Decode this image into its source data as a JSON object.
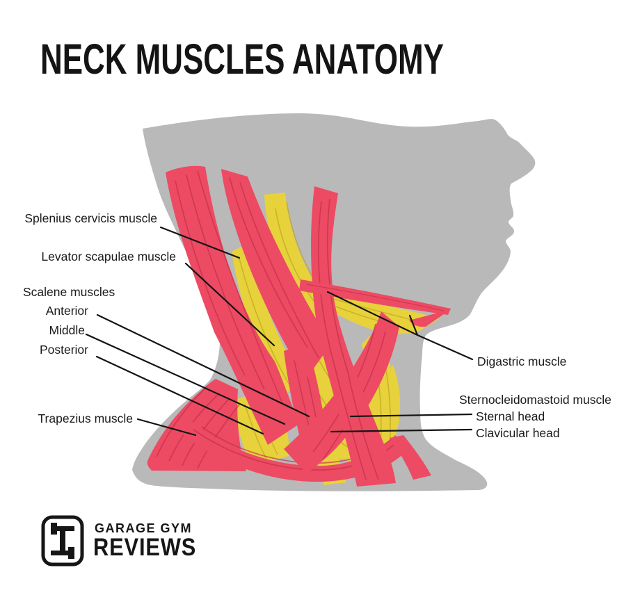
{
  "title": "NECK MUSCLES ANATOMY",
  "labels": {
    "left": [
      {
        "id": "splenius",
        "text": "Splenius cervicis muscle"
      },
      {
        "id": "levator",
        "text": "Levator scapulae muscle"
      },
      {
        "id": "scalene",
        "text": "Scalene muscles"
      },
      {
        "id": "anterior",
        "text": "Anterior"
      },
      {
        "id": "middle",
        "text": "Middle"
      },
      {
        "id": "posterior",
        "text": "Posterior"
      },
      {
        "id": "trapezius",
        "text": "Trapezius muscle"
      }
    ],
    "right": [
      {
        "id": "digastric",
        "text": "Digastric muscle"
      },
      {
        "id": "scm",
        "text": "Sternocleidomastoid muscle"
      },
      {
        "id": "sternal",
        "text": "Sternal head"
      },
      {
        "id": "clavicular",
        "text": "Clavicular head"
      }
    ]
  },
  "logo": {
    "icon": "dumbbell-icon",
    "line1": "GARAGE GYM",
    "line2": "REVIEWS"
  },
  "colors": {
    "background": "#ffffff",
    "silhouette_gray": "#b9b9b9",
    "muscle_red": "#ec4b63",
    "muscle_red_dark": "#c22c48",
    "muscle_yellow": "#e7d23c",
    "muscle_yellow_dark": "#bda41f",
    "line_black": "#141414",
    "text_black": "#1b1b1b"
  }
}
